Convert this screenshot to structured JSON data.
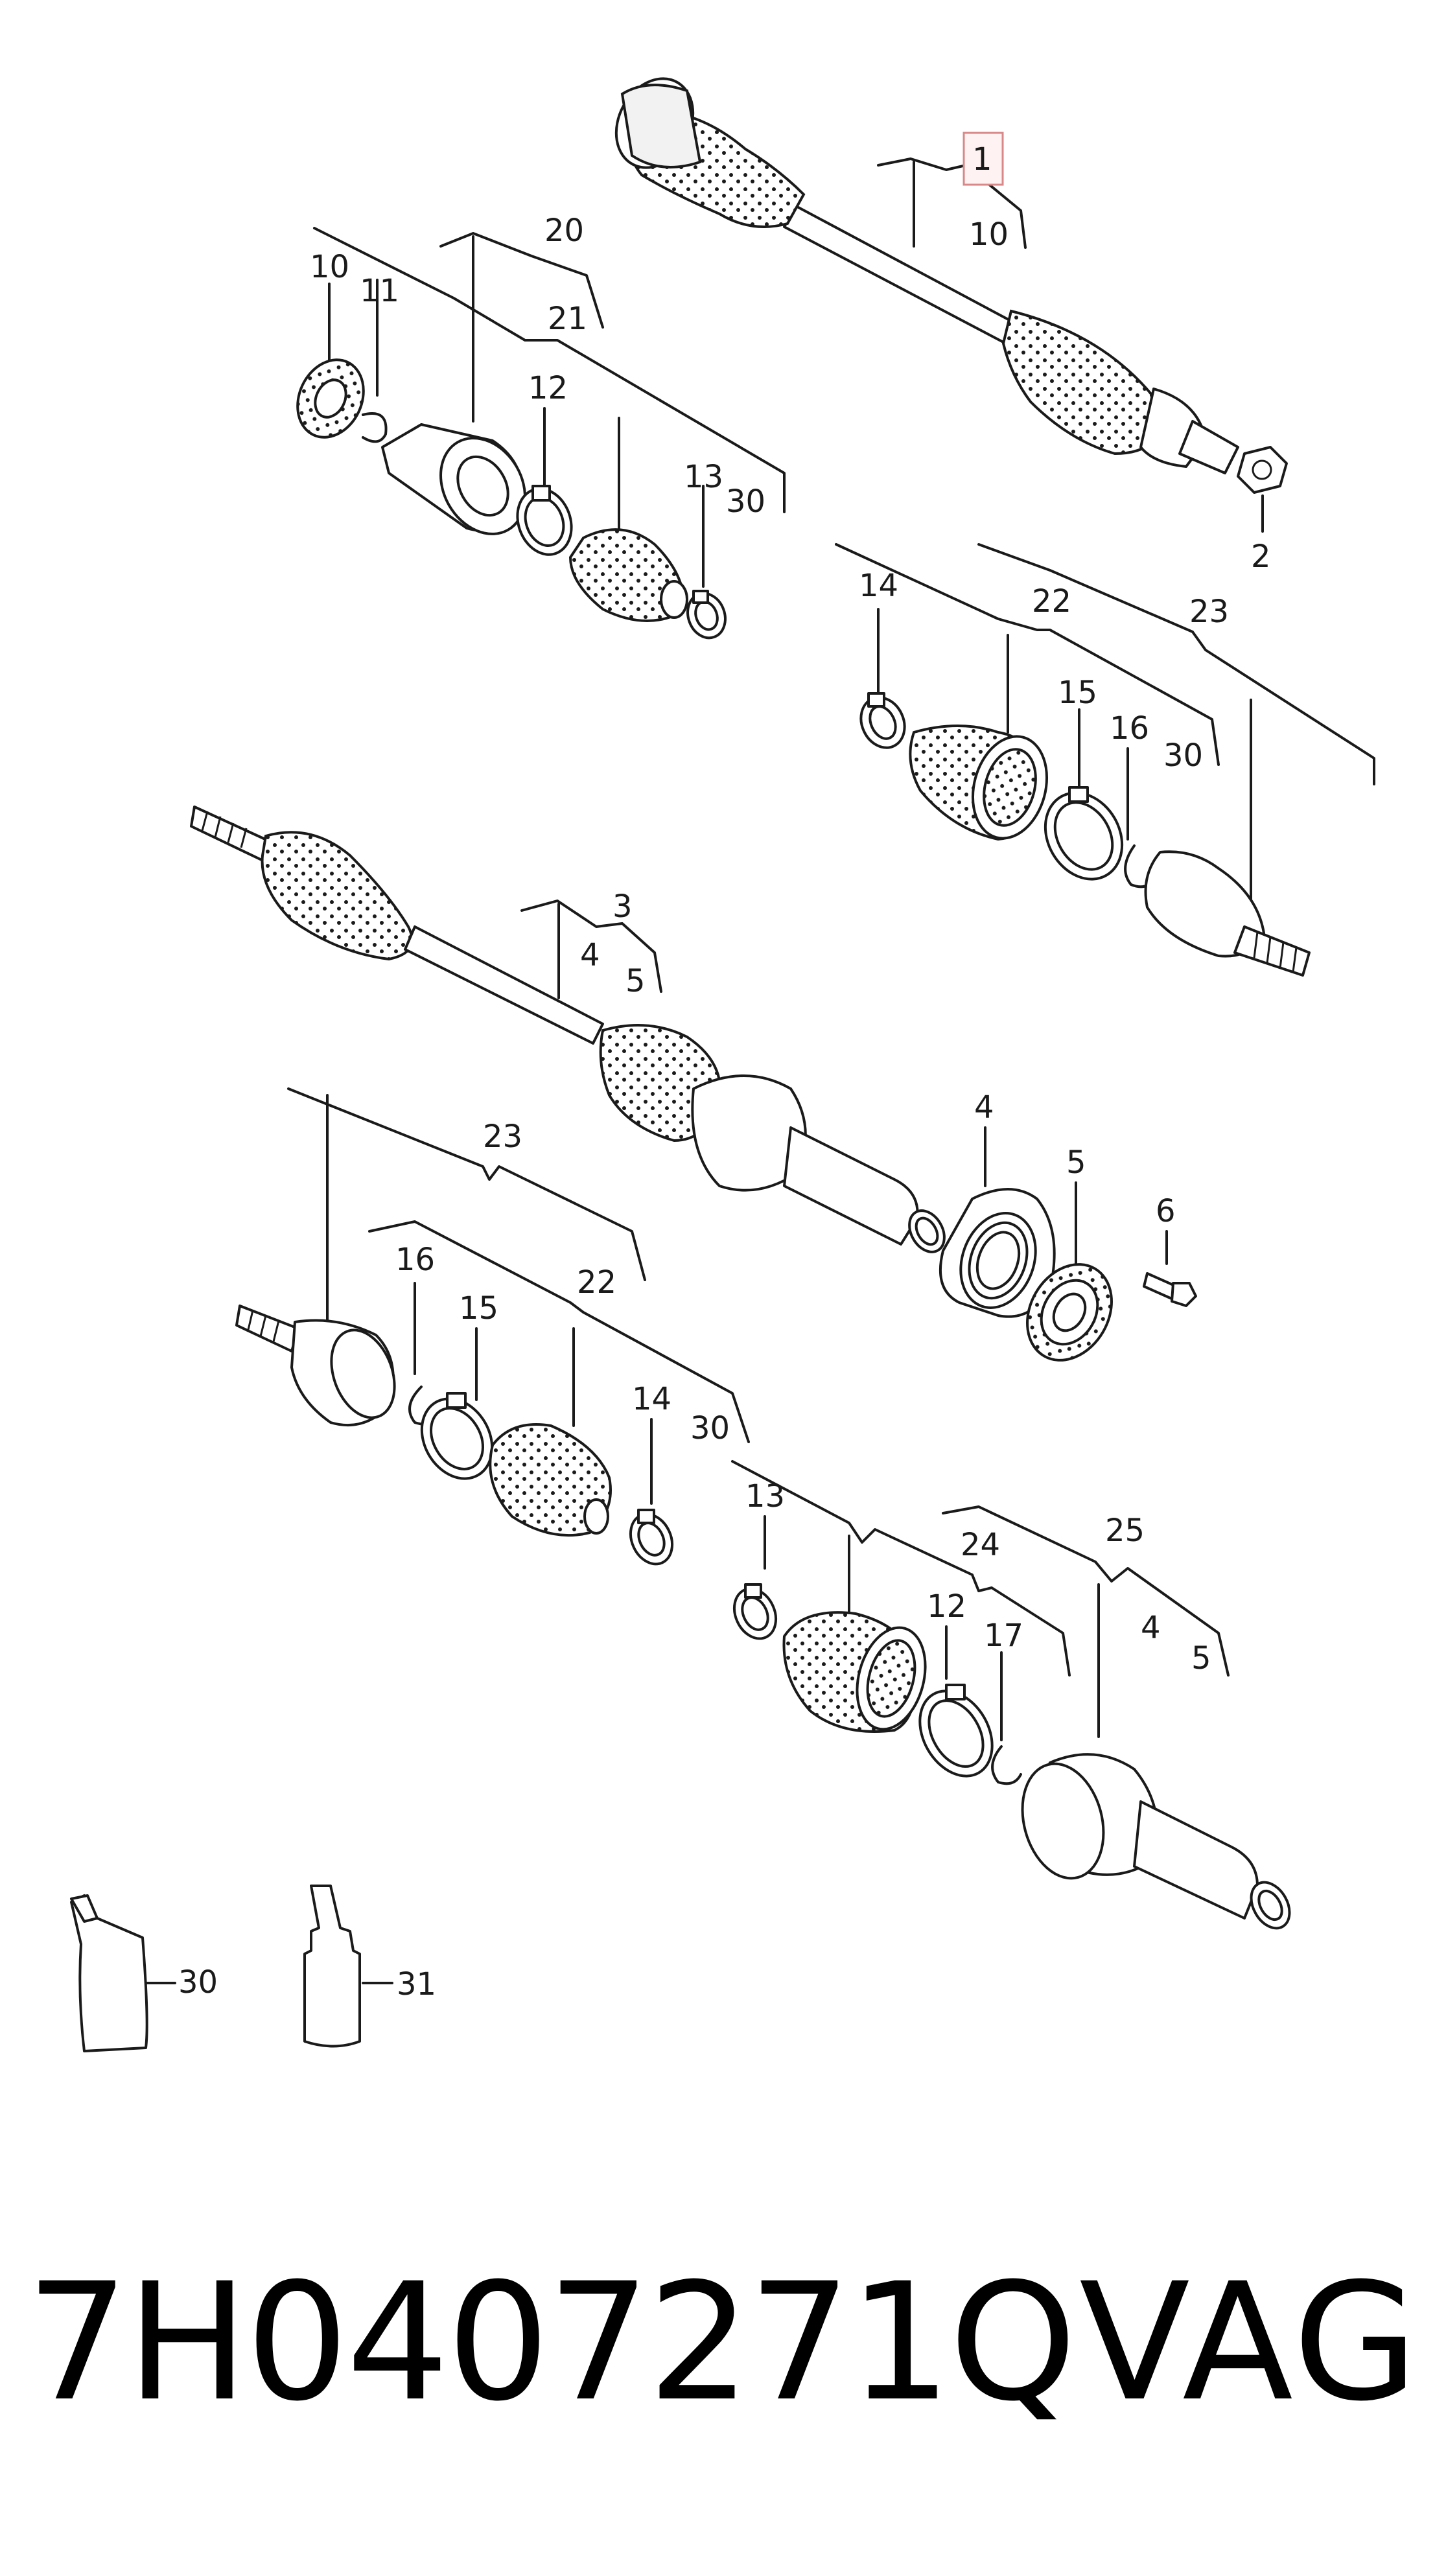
{
  "diagram": {
    "callouts": [
      "1",
      "10",
      "2",
      "20",
      "10",
      "11",
      "21",
      "12",
      "13",
      "30",
      "14",
      "22",
      "23",
      "15",
      "16",
      "30",
      "3",
      "4",
      "5",
      "4",
      "5",
      "6",
      "23",
      "16",
      "15",
      "22",
      "14",
      "30",
      "13",
      "24",
      "25",
      "12",
      "17",
      "4",
      "5",
      "30",
      "31"
    ],
    "highlighted_callout": "1"
  },
  "footer": {
    "part_number": "7H0407271Q",
    "brand": "VAG"
  },
  "colors": {
    "line": "#1a1a1a",
    "highlight_box": "#d88888",
    "background": "#ffffff"
  }
}
